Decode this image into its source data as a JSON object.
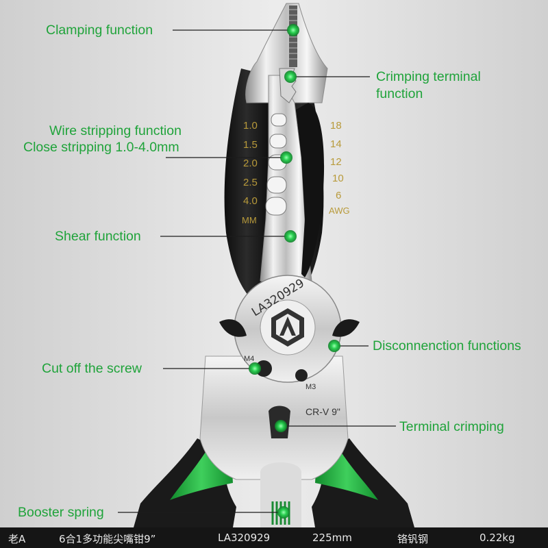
{
  "callouts": {
    "clamping": "Clamping function",
    "crimping_terminal_1": "Crimping terminal",
    "crimping_terminal_2": "function",
    "wire_stripping_1": "Wire stripping function",
    "wire_stripping_2": "Close stripping 1.0-4.0mm",
    "shear": "Shear function",
    "disconnection": "Disconnenction functions",
    "cut_screw": "Cut off the screw",
    "terminal_crimping": "Terminal crimping",
    "booster_spring": "Booster spring"
  },
  "scale_mm": [
    "1.0",
    "1.5",
    "2.0",
    "2.5",
    "4.0",
    "MM"
  ],
  "scale_awg": [
    "18",
    "14",
    "12",
    "10",
    "6",
    "AWG"
  ],
  "tool_markings": {
    "model": "LA320929",
    "screw_m4": "M4",
    "screw_m3": "M3",
    "material": "CR-V 9\""
  },
  "footer": {
    "brand": "老A",
    "product": "6合1多功能尖嘴钳9”",
    "model": "LA320929",
    "length": "225mm",
    "material": "铬钒钢",
    "weight": "0.22kg"
  },
  "colors": {
    "accent_green": "#1fa33a",
    "handle_green": "#1ea83c",
    "grip_black": "#1c1c1c",
    "footer_bg": "#151515",
    "scale_text": "#b89a3a"
  }
}
